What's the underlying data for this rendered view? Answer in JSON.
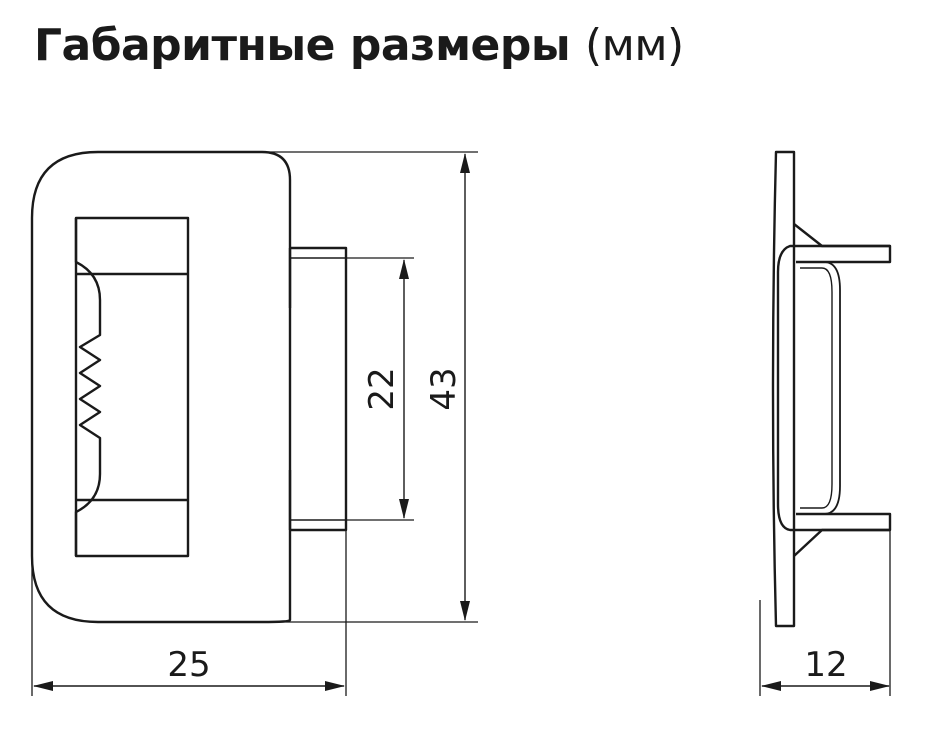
{
  "title": {
    "main": "Габаритные размеры",
    "unit": "(мм)"
  },
  "dimensions": {
    "width": "25",
    "slot_height": "22",
    "height": "43",
    "depth": "12"
  },
  "colors": {
    "line": "#1a1a1a",
    "background": "#ffffff"
  }
}
